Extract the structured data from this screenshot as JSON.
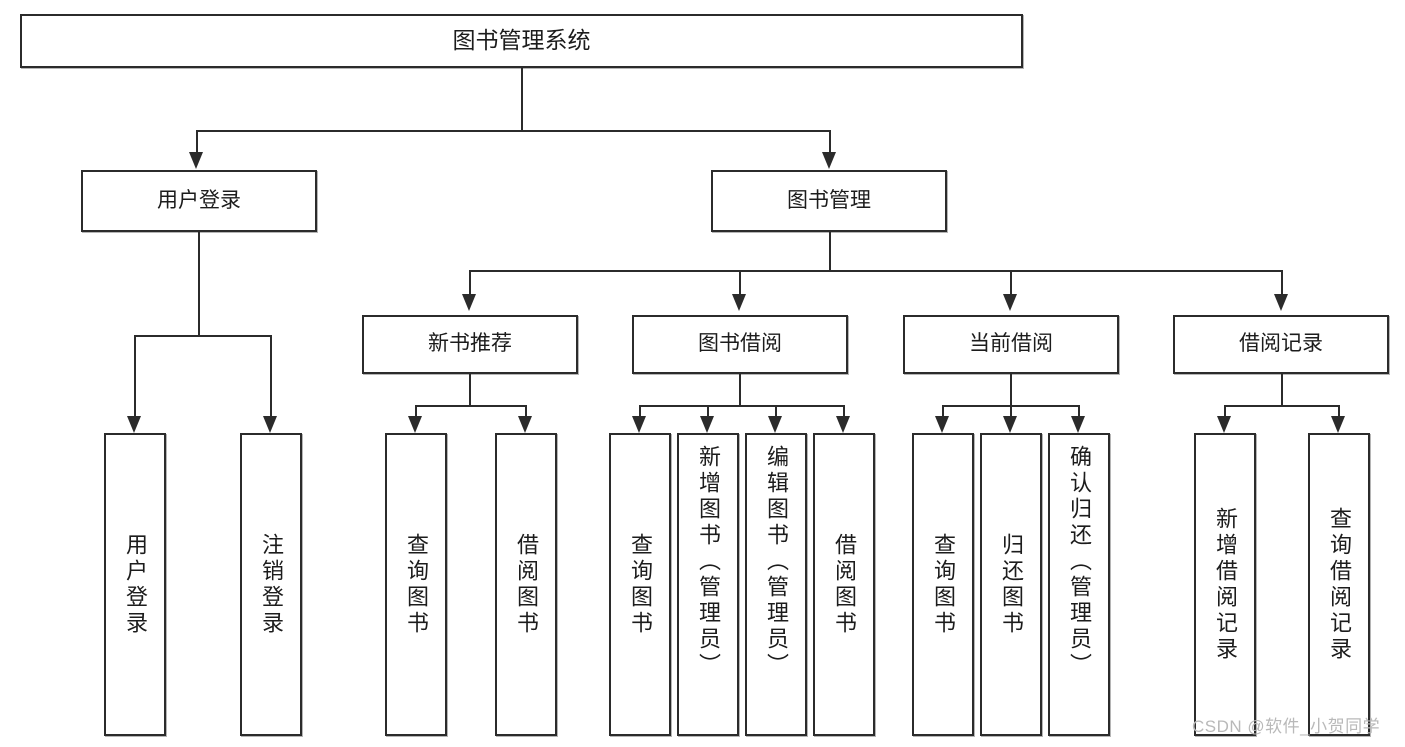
{
  "diagram": {
    "type": "tree-hierarchy-chart",
    "title": "图书管理系统",
    "root": {
      "label": "图书管理系统"
    },
    "level2": [
      {
        "id": "user-login",
        "label": "用户登录"
      },
      {
        "id": "book-management",
        "label": "图书管理"
      }
    ],
    "level3": [
      {
        "id": "new-book-recommend",
        "label": "新书推荐"
      },
      {
        "id": "book-borrow",
        "label": "图书借阅"
      },
      {
        "id": "current-borrow",
        "label": "当前借阅"
      },
      {
        "id": "borrow-record",
        "label": "借阅记录"
      }
    ],
    "leaves": {
      "user_login": [
        {
          "id": "leaf-user-login",
          "label": "用户登录"
        },
        {
          "id": "leaf-logout-login",
          "label": "注销登录"
        }
      ],
      "new_book_recommend": [
        {
          "id": "leaf-query-book-1",
          "label": "查询图书"
        },
        {
          "id": "leaf-borrow-book-1",
          "label": "借阅图书"
        }
      ],
      "book_borrow": [
        {
          "id": "leaf-query-book-2",
          "label": "查询图书"
        },
        {
          "id": "leaf-add-book",
          "label": "新增图书（管理员）"
        },
        {
          "id": "leaf-edit-book",
          "label": "编辑图书（管理员）"
        },
        {
          "id": "leaf-borrow-book-2",
          "label": "借阅图书"
        }
      ],
      "current_borrow": [
        {
          "id": "leaf-query-book-3",
          "label": "查询图书"
        },
        {
          "id": "leaf-return-book",
          "label": "归还图书"
        },
        {
          "id": "leaf-confirm-return",
          "label": "确认归还（管理员）"
        }
      ],
      "borrow_record": [
        {
          "id": "leaf-add-borrow-record",
          "label": "新增借阅记录"
        },
        {
          "id": "leaf-query-borrow-record",
          "label": "查询借阅记录"
        }
      ]
    },
    "colors": {
      "stroke": "#2b2b2b",
      "fill": "#ffffff",
      "text": "#1c1c1c",
      "watermark": "#b9b9b9"
    }
  },
  "watermark": {
    "text": "CSDN @软件_小贺同学"
  }
}
